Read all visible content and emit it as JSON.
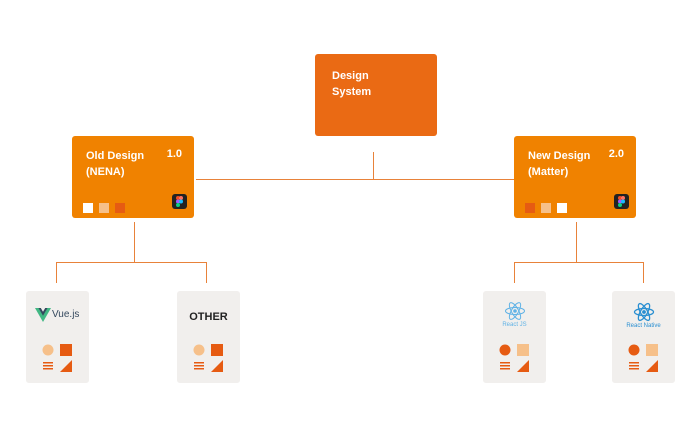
{
  "root": {
    "title_line1": "Design",
    "title_line2": "System"
  },
  "old": {
    "title_line1": "Old Design",
    "title_line2": "(NENA)",
    "version": "1.0"
  },
  "new": {
    "title_line1": "New Design",
    "title_line2": "(Matter)",
    "version": "2.0"
  },
  "cards": {
    "vue": {
      "label": "Vue.js"
    },
    "other": {
      "label": "OTHER"
    },
    "react_js": {
      "label": "React JS"
    },
    "react_native": {
      "label": "React Native"
    }
  },
  "colors": {
    "root": "#ea6a14",
    "branch": "#f08200",
    "connector": "#e8823a",
    "card_bg": "#f1efed",
    "vue_green": "#41b883",
    "vue_dark": "#35495e",
    "react_blue": "#5fb2e6"
  },
  "icons": [
    "figma-icon",
    "vue-logo-icon",
    "react-logo-icon"
  ]
}
